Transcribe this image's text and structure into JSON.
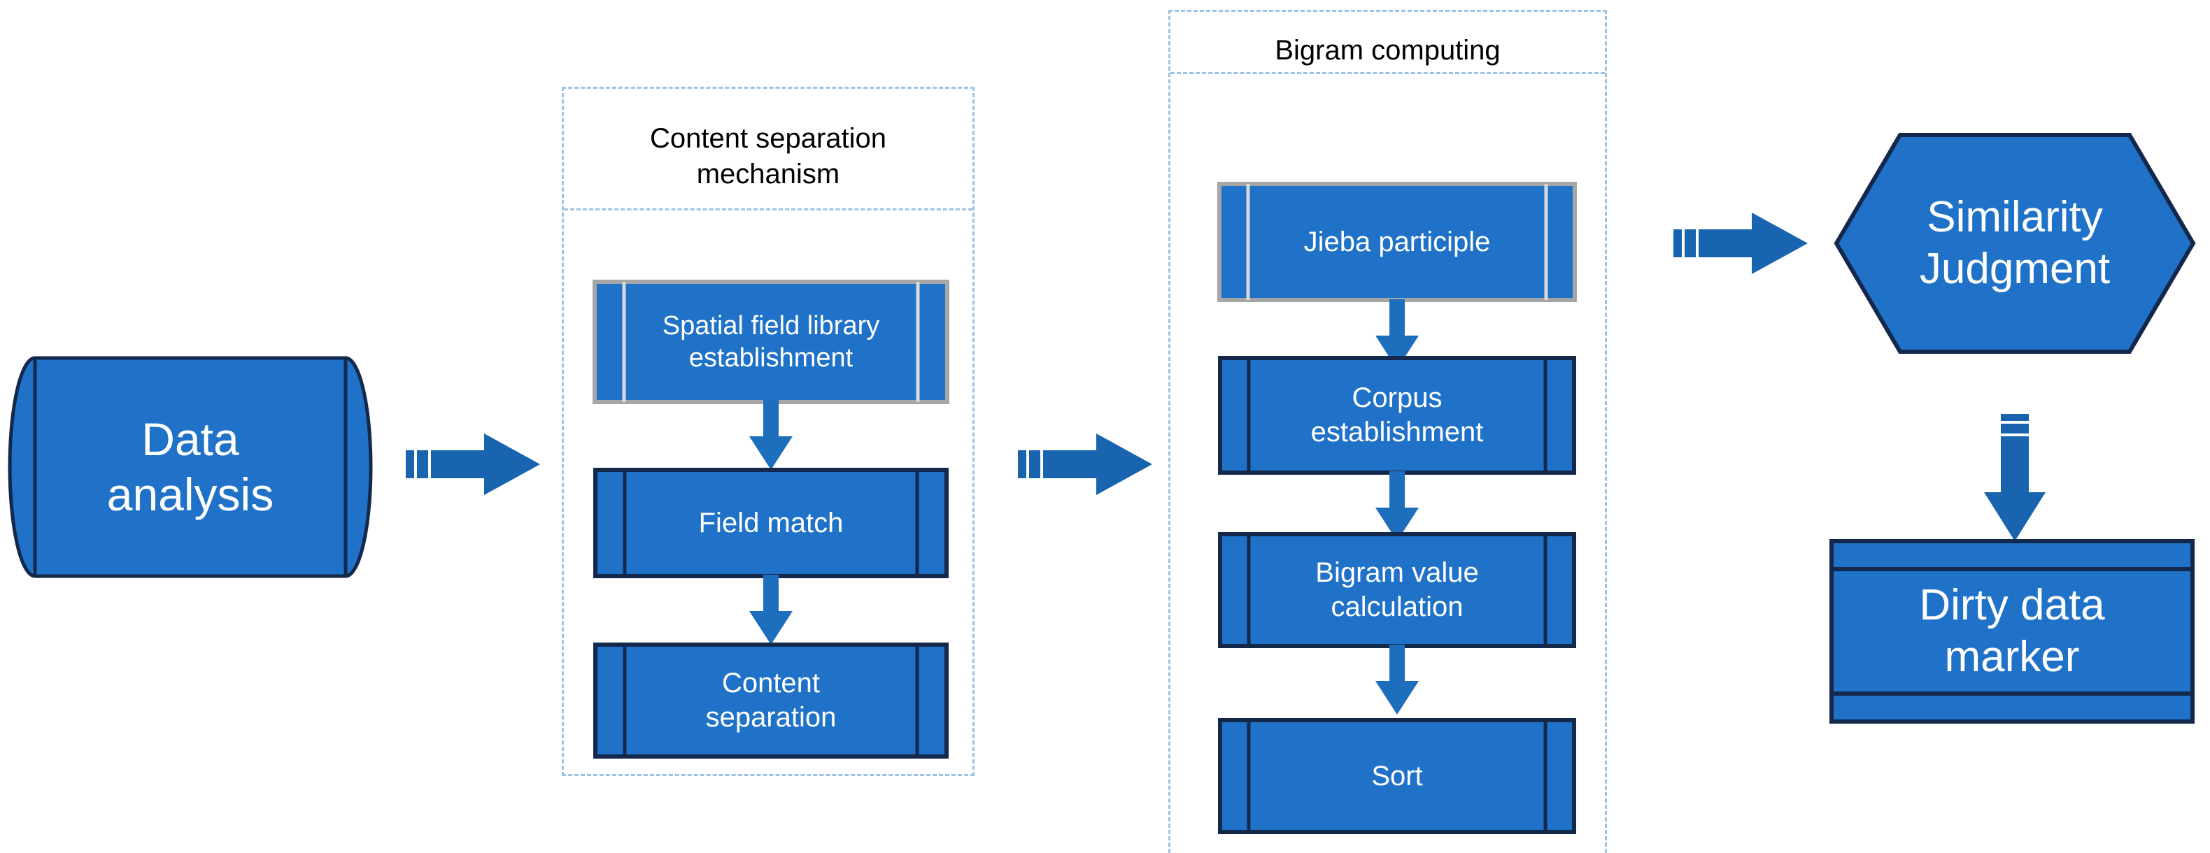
{
  "diagram": {
    "title_text_color": "#000000",
    "palette": {
      "shape_fill": "#1F72C8",
      "shape_stroke_dark": "#13284B",
      "shape_stroke_gray": "#A6A6A6",
      "arrow_fill": "#1864AE",
      "group_border": "#9CC3E5",
      "label_text": "#FFFFFF",
      "background": "#FFFFFF"
    },
    "groups": [
      {
        "id": "content-separation-mechanism",
        "title": "Content separation\nmechanism"
      },
      {
        "id": "bigram-computing",
        "title": "Bigram computing"
      }
    ],
    "nodes": {
      "data_analysis": {
        "label": "Data\nanalysis",
        "shape": "cylinder-horizontal"
      },
      "spatial_field_library": {
        "label": "Spatial field library\nestablishment",
        "shape": "predefined-process"
      },
      "field_match": {
        "label": "Field match",
        "shape": "predefined-process"
      },
      "content_separation": {
        "label": "Content\nseparation",
        "shape": "predefined-process"
      },
      "jieba_participle": {
        "label": "Jieba participle",
        "shape": "predefined-process"
      },
      "corpus_establishment": {
        "label": "Corpus\nestablishment",
        "shape": "predefined-process"
      },
      "bigram_value_calculation": {
        "label": "Bigram value\ncalculation",
        "shape": "predefined-process"
      },
      "sort": {
        "label": "Sort",
        "shape": "predefined-process"
      },
      "similarity_judgment": {
        "label": "Similarity\nJudgment",
        "shape": "hexagon"
      },
      "dirty_data_marker": {
        "label": "Dirty data\nmarker",
        "shape": "predefined-process-horizontal"
      }
    },
    "connectors": [
      {
        "id": "data-analysis-to-content-separation",
        "type": "block-arrow-right"
      },
      {
        "id": "content-separation-to-bigram",
        "type": "block-arrow-right"
      },
      {
        "id": "bigram-to-similarity-judgment",
        "type": "block-arrow-right"
      },
      {
        "id": "spatial-field-library-to-field-match",
        "type": "arrow-down"
      },
      {
        "id": "field-match-to-content-separation",
        "type": "arrow-down"
      },
      {
        "id": "jieba-to-corpus",
        "type": "arrow-down"
      },
      {
        "id": "corpus-to-bigram-value",
        "type": "arrow-down"
      },
      {
        "id": "bigram-value-to-sort",
        "type": "arrow-down"
      },
      {
        "id": "similarity-judgment-to-dirty-data-marker",
        "type": "block-arrow-down"
      }
    ]
  }
}
